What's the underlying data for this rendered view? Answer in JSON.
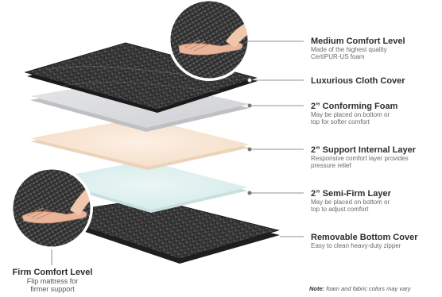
{
  "labels": {
    "medium": {
      "title": "Medium Comfort Level",
      "desc1": "Made of the highest quality",
      "desc2": "CertiPUR-US foam"
    },
    "cloth": {
      "title": "Luxurious Cloth Cover"
    },
    "conforming": {
      "title": "2” Conforming Foam",
      "desc1": "May be placed on bottom or",
      "desc2": "top for softer comfort"
    },
    "support": {
      "title": "2” Support Internal Layer",
      "desc1": "Responsive comfort layer provides",
      "desc2": "pressure relief"
    },
    "semifirm": {
      "title": "2” Semi-Firm Layer",
      "desc1": "May be placed on bottom or",
      "desc2": "top to adjust comfort"
    },
    "bottom": {
      "title": "Removable Bottom Cover",
      "desc1": "Easy to clean heavy-duty zipper"
    },
    "firm": {
      "title": "Firm Comfort Level",
      "desc1": "Flip mattress for",
      "desc2": "firmer support"
    }
  },
  "note": {
    "label": "Note:",
    "text": " foam and fabric colors may vary"
  },
  "colors": {
    "cover_dark": "#2b2b2b",
    "conforming_foam": "#d9dadc",
    "support_layer": "#f8e6d4",
    "semifirm_layer": "#dff0ef",
    "leader_line": "#6b6b6b",
    "dot": "#777777"
  }
}
